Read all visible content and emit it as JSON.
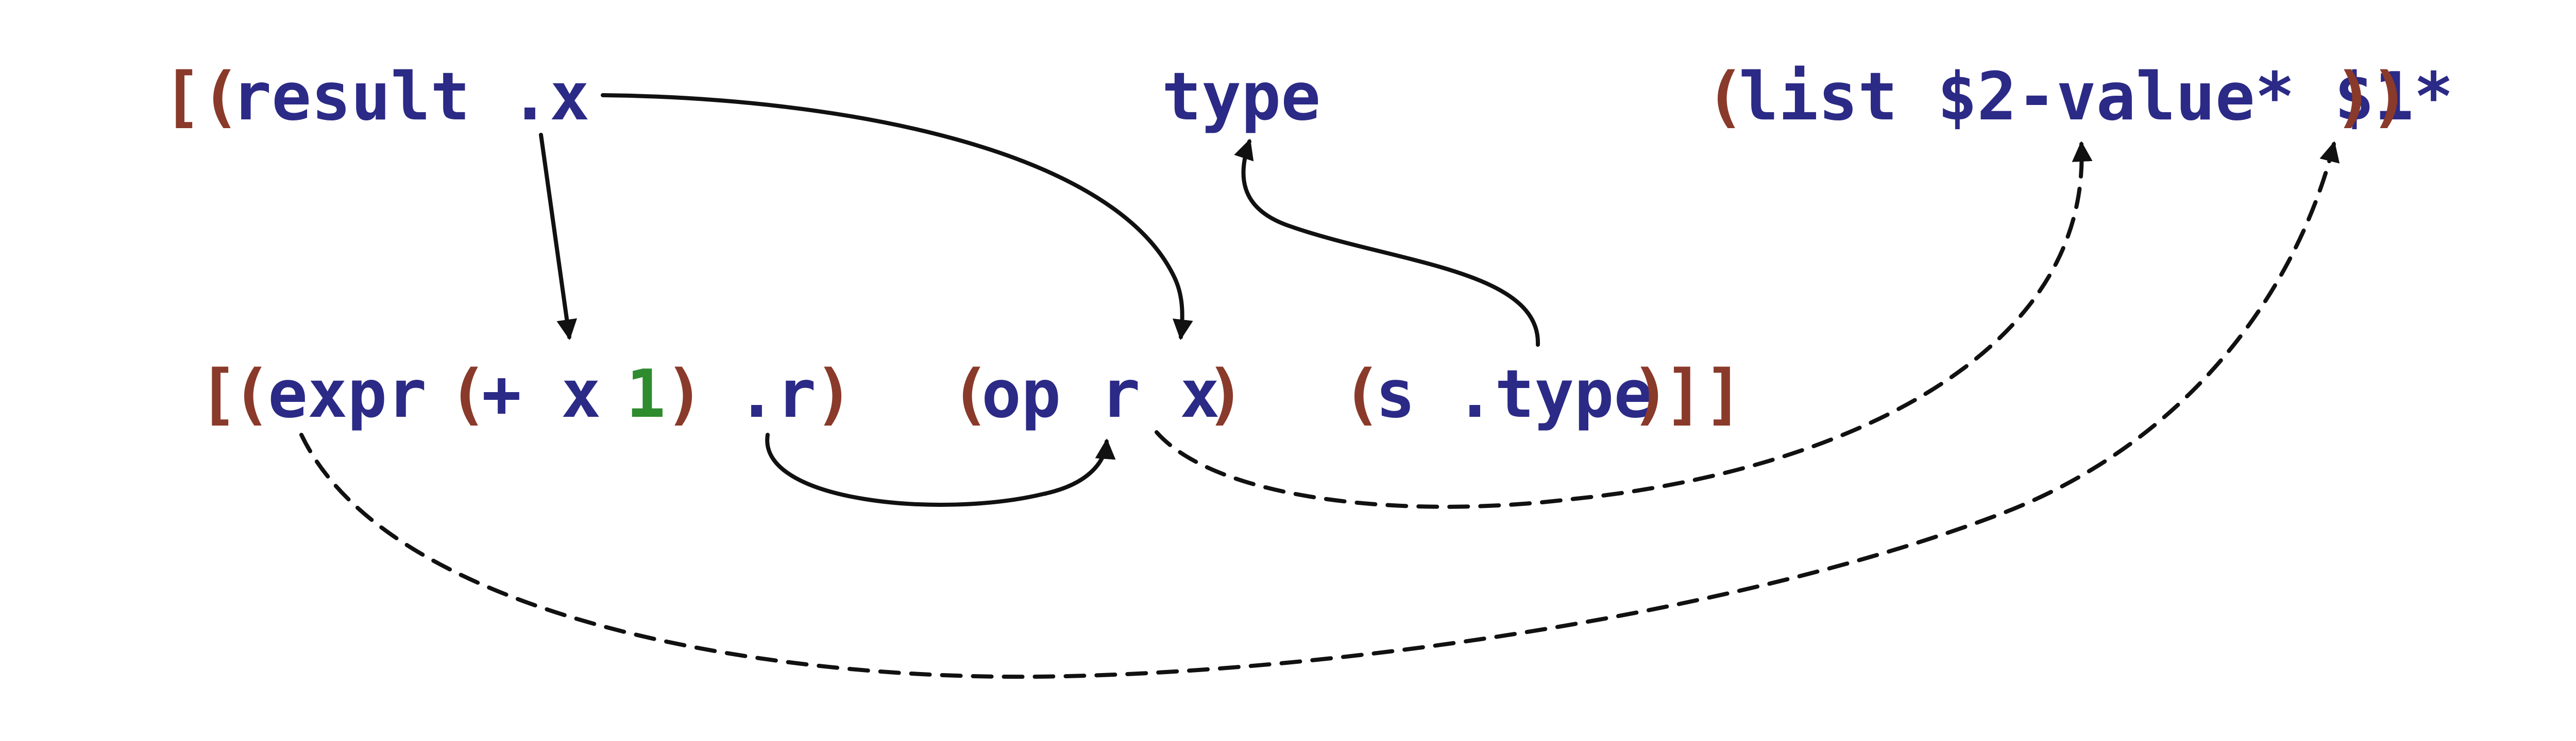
{
  "top": {
    "open_bracket": "[",
    "open_paren": "(",
    "result": "result",
    "dot_x": ".x",
    "type": "type",
    "list_open": "(",
    "list_content": "list $2-value* $1*",
    "list_close": ")",
    "row_close": ")"
  },
  "bottom": {
    "open_bracket": "[",
    "open_paren_1": "(",
    "expr": "expr",
    "open_paren_2": "(",
    "plus_x": "+ x",
    "one": "1",
    "close_paren_2": ")",
    "dot_r": ".r",
    "close_paren_1": ")",
    "op_open": "(",
    "op_content": "op r x",
    "op_close": ")",
    "s_open": "(",
    "s_content": "s .type",
    "s_close": ")",
    "close_brackets": "]]"
  },
  "colors": {
    "token": "#2b2a86",
    "paren": "#8a3a2a",
    "number": "#2e8b2e",
    "arrow": "#111111"
  }
}
